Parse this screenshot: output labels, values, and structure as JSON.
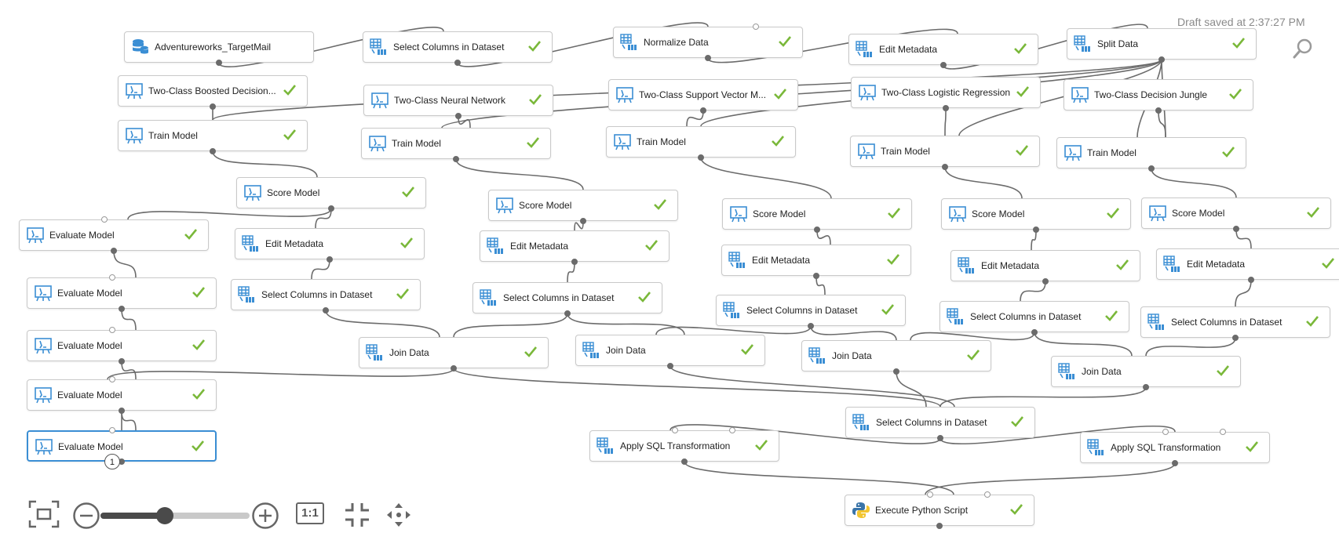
{
  "status": {
    "draft_saved": "Draft saved at 2:37:27 PM"
  },
  "toolbar": {
    "zoom_percent": 43,
    "actual_size_label": "1:1"
  },
  "colors": {
    "icon": "#3a8ed4",
    "check": "#7ab83a",
    "wire": "#6b6b6b",
    "selected_border": "#3a8ed4"
  },
  "nodes": [
    {
      "label": "Adventureworks_TargetMail",
      "icon": "database-icon",
      "status": "none"
    },
    {
      "label": "Select Columns in Dataset",
      "icon": "table-transform-icon",
      "status": "completed"
    },
    {
      "label": "Normalize Data",
      "icon": "table-transform-icon",
      "status": "completed"
    },
    {
      "label": "Edit Metadata",
      "icon": "table-transform-icon",
      "status": "completed"
    },
    {
      "label": "Split Data",
      "icon": "table-transform-icon",
      "status": "completed"
    },
    {
      "label": "Two-Class Boosted Decision...",
      "icon": "model-icon",
      "status": "completed"
    },
    {
      "label": "Two-Class Neural Network",
      "icon": "model-icon",
      "status": "completed"
    },
    {
      "label": "Two-Class Support Vector M...",
      "icon": "model-icon",
      "status": "completed"
    },
    {
      "label": "Two-Class Logistic Regression",
      "icon": "model-icon",
      "status": "completed"
    },
    {
      "label": "Two-Class Decision Jungle",
      "icon": "model-icon",
      "status": "completed"
    },
    {
      "label": "Train Model",
      "icon": "model-icon",
      "status": "completed"
    },
    {
      "label": "Train Model",
      "icon": "model-icon",
      "status": "completed"
    },
    {
      "label": "Train Model",
      "icon": "model-icon",
      "status": "completed"
    },
    {
      "label": "Train Model",
      "icon": "model-icon",
      "status": "completed"
    },
    {
      "label": "Train Model",
      "icon": "model-icon",
      "status": "completed"
    },
    {
      "label": "Score Model",
      "icon": "model-icon",
      "status": "completed"
    },
    {
      "label": "Score Model",
      "icon": "model-icon",
      "status": "completed"
    },
    {
      "label": "Score Model",
      "icon": "model-icon",
      "status": "completed"
    },
    {
      "label": "Score Model",
      "icon": "model-icon",
      "status": "completed"
    },
    {
      "label": "Score Model",
      "icon": "model-icon",
      "status": "completed"
    },
    {
      "label": "Evaluate Model",
      "icon": "model-icon",
      "status": "completed"
    },
    {
      "label": "Edit Metadata",
      "icon": "table-transform-icon",
      "status": "completed"
    },
    {
      "label": "Edit Metadata",
      "icon": "table-transform-icon",
      "status": "completed"
    },
    {
      "label": "Edit Metadata",
      "icon": "table-transform-icon",
      "status": "completed"
    },
    {
      "label": "Edit Metadata",
      "icon": "table-transform-icon",
      "status": "completed"
    },
    {
      "label": "Edit Metadata",
      "icon": "table-transform-icon",
      "status": "completed"
    },
    {
      "label": "Evaluate Model",
      "icon": "model-icon",
      "status": "completed"
    },
    {
      "label": "Select Columns in Dataset",
      "icon": "table-transform-icon",
      "status": "completed"
    },
    {
      "label": "Select Columns in Dataset",
      "icon": "table-transform-icon",
      "status": "completed"
    },
    {
      "label": "Select Columns in Dataset",
      "icon": "table-transform-icon",
      "status": "completed"
    },
    {
      "label": "Select Columns in Dataset",
      "icon": "table-transform-icon",
      "status": "completed"
    },
    {
      "label": "Select Columns in Dataset",
      "icon": "table-transform-icon",
      "status": "completed"
    },
    {
      "label": "Evaluate Model",
      "icon": "model-icon",
      "status": "completed"
    },
    {
      "label": "Join Data",
      "icon": "table-transform-icon",
      "status": "completed"
    },
    {
      "label": "Join Data",
      "icon": "table-transform-icon",
      "status": "completed"
    },
    {
      "label": "Join Data",
      "icon": "table-transform-icon",
      "status": "completed"
    },
    {
      "label": "Join Data",
      "icon": "table-transform-icon",
      "status": "completed"
    },
    {
      "label": "Evaluate Model",
      "icon": "model-icon",
      "status": "completed"
    },
    {
      "label": "Select Columns in Dataset",
      "icon": "table-transform-icon",
      "status": "completed"
    },
    {
      "label": "Evaluate Model",
      "icon": "model-icon",
      "status": "completed",
      "badge": "1"
    },
    {
      "label": "Apply SQL Transformation",
      "icon": "table-transform-icon",
      "status": "completed"
    },
    {
      "label": "Apply SQL Transformation",
      "icon": "table-transform-icon",
      "status": "completed"
    },
    {
      "label": "Execute Python Script",
      "icon": "python-icon",
      "status": "completed"
    }
  ]
}
